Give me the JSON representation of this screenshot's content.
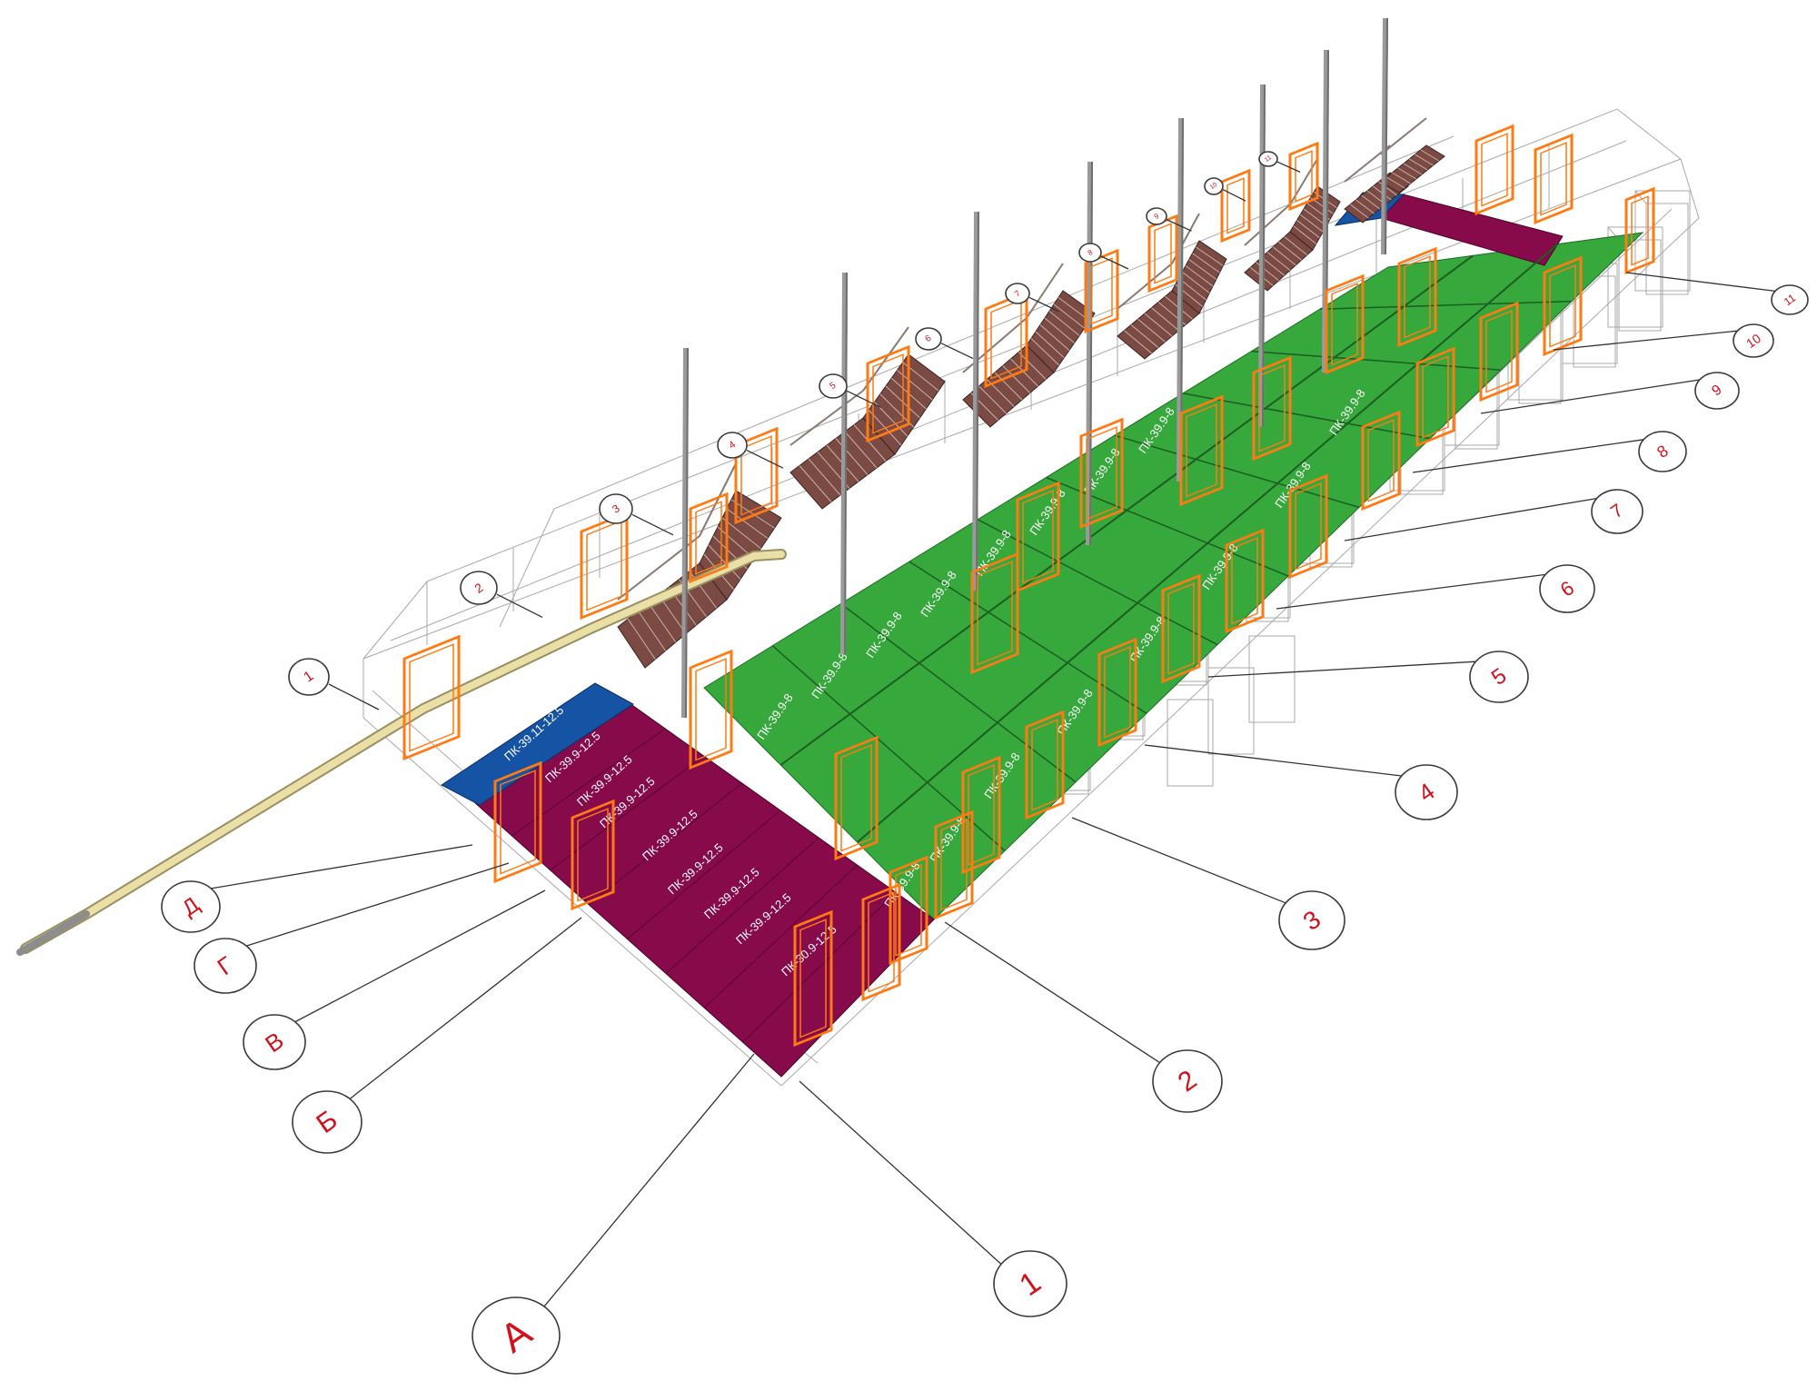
{
  "colors": {
    "slab_green": "#36a83c",
    "slab_magenta": "#870a4b",
    "slab_blue": "#1553a5",
    "opening_orange": "#ff7a12",
    "stair_brown": "#7b4a43",
    "pipe_yellow": "#e8dba0",
    "column_grey": "#6f6f6f",
    "label_red": "#d0121b"
  },
  "axes_letters_front": [
    "А",
    "Б",
    "В",
    "Г",
    "Д"
  ],
  "axes_numbers_front": [
    "1",
    "2",
    "3",
    "4",
    "5",
    "6",
    "7",
    "8",
    "9",
    "10",
    "11"
  ],
  "axes_numbers_back": [
    "1",
    "2",
    "3",
    "4",
    "5",
    "6",
    "7",
    "8",
    "9",
    "10",
    "11"
  ],
  "slabs_magenta": [
    "ПК-39.11-12.5",
    "ПК-39.9-12.5",
    "ПК-39.9-12.5",
    "ПК-39.9-12.5",
    "ПК-39.9-12.5",
    "ПК-39.9-12.5",
    "ПК-39.9-12.5",
    "ПК-39.9-12.5",
    "ПК-30.9-12.5"
  ],
  "slabs_green": [
    "ПК-39.9-8",
    "ПК-39.9-8",
    "ПК-39.9-8",
    "ПК-39.9-8",
    "ПК-39.9-8",
    "ПК-39.9-8",
    "ПК-39.9-8",
    "ПК-39.9-8",
    "ПК-39.9-8",
    "ПК-39.9-8",
    "ПК-39.9-8",
    "ПК-39.9-8",
    "ПК-39.9-8",
    "ПК-39.9-8",
    "ПК-39.9-8",
    "ПК-39.9-8"
  ]
}
